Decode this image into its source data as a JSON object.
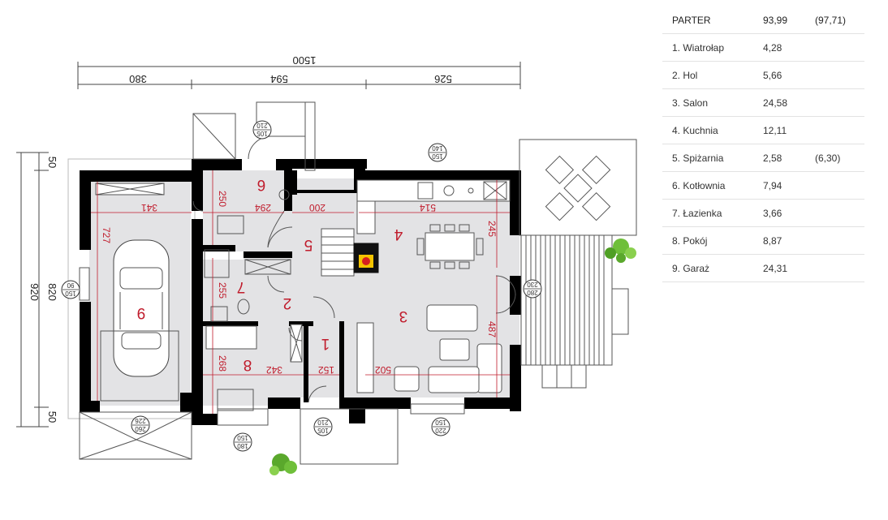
{
  "area_table": {
    "header": {
      "name": "PARTER",
      "area": "93,99",
      "extra": "(97,71)"
    },
    "rows": [
      {
        "name": "1. Wiatrołap",
        "area": "4,28",
        "extra": ""
      },
      {
        "name": "2. Hol",
        "area": "5,66",
        "extra": ""
      },
      {
        "name": "3. Salon",
        "area": "24,58",
        "extra": ""
      },
      {
        "name": "4. Kuchnia",
        "area": "12,11",
        "extra": ""
      },
      {
        "name": "5. Spiżarnia",
        "area": "2,58",
        "extra": "(6,30)"
      },
      {
        "name": "6. Kotłownia",
        "area": "7,94",
        "extra": ""
      },
      {
        "name": "7. Łazienka",
        "area": "3,66",
        "extra": ""
      },
      {
        "name": "8. Pokój",
        "area": "8,87",
        "extra": ""
      },
      {
        "name": "9. Garaż",
        "area": "24,31",
        "extra": ""
      }
    ]
  },
  "plan": {
    "dims_top": {
      "total": "1500",
      "d1": "380",
      "d2": "594",
      "d3": "526"
    },
    "dims_left": {
      "total": "920",
      "inner": "820",
      "top": "50",
      "bottom": "50"
    },
    "rooms": {
      "r1": "1",
      "r2": "2",
      "r3": "3",
      "r4": "4",
      "r5": "5",
      "r6": "6",
      "r7": "7",
      "r8": "8",
      "r9": "9"
    },
    "inner_dims": {
      "garage_w": "341",
      "garage_h": "727",
      "boiler_w": "294",
      "boiler_h": "250",
      "pantry_w": "200",
      "kitchen_w": "514",
      "kitchen_h": "245",
      "bath_h": "255",
      "room8_w": "342",
      "room8_h": "268",
      "vest_w": "152",
      "salon_w": "502",
      "salon_h": "487"
    },
    "windows": {
      "w1": [
        "105",
        "210"
      ],
      "w2": [
        "150",
        "140"
      ],
      "w3": [
        "150",
        "90"
      ],
      "w4": [
        "260",
        "226"
      ],
      "w5": [
        "180",
        "150"
      ],
      "w6": [
        "105",
        "210"
      ],
      "w7": [
        "220",
        "150"
      ],
      "w8": [
        "280",
        "230"
      ]
    }
  }
}
